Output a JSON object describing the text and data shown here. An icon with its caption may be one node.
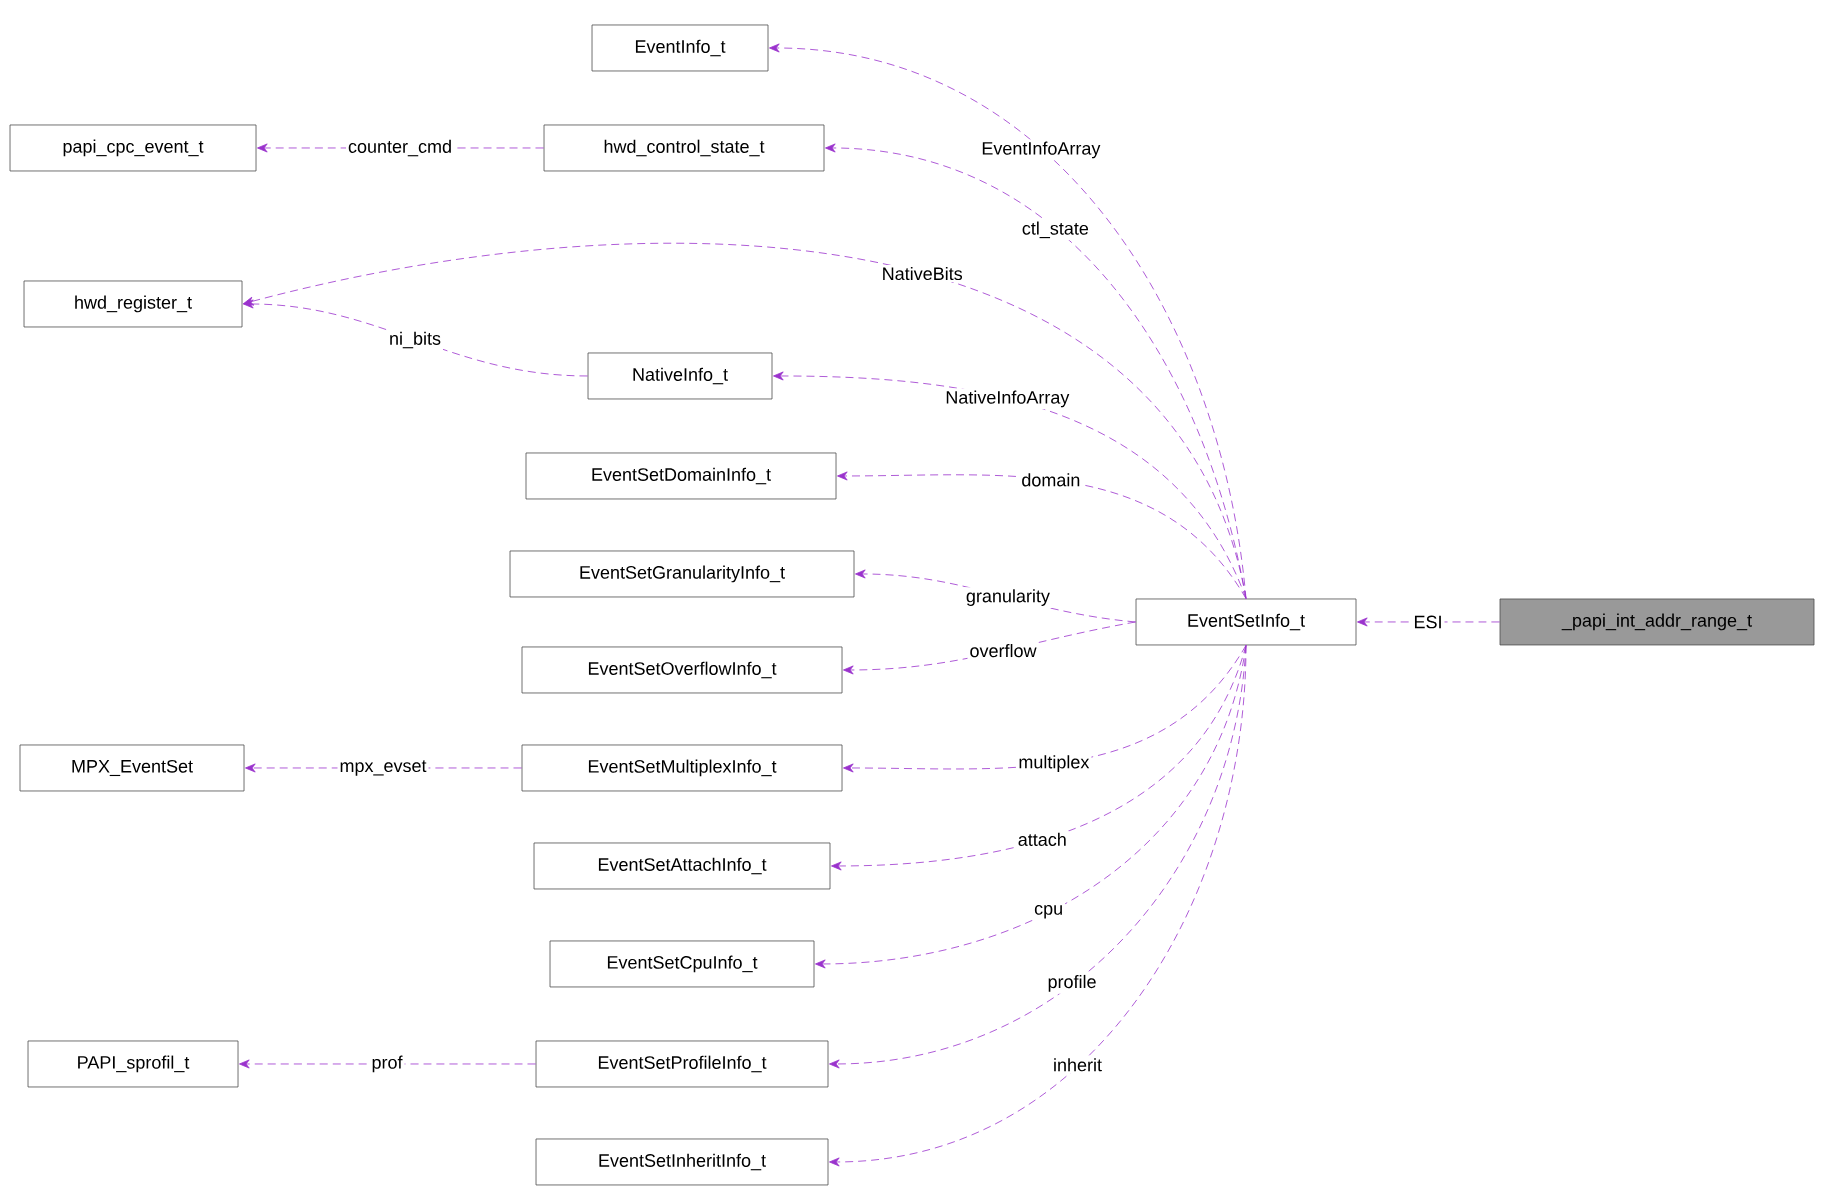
{
  "diagram": {
    "nodes": [
      {
        "text": [
          "_papi_int_addr_range_t"
        ]
      },
      {
        "text": [
          "EventSetInfo_t"
        ]
      },
      {
        "text": [
          "EventInfo_t"
        ]
      },
      {
        "text": [
          "hwd_control_state_t"
        ]
      },
      {
        "text": [
          "papi_cpc_event_t"
        ]
      },
      {
        "text": [
          "hwd_register_t"
        ]
      },
      {
        "text": [
          "NativeInfo_t"
        ]
      },
      {
        "text": [
          "EventSetDomainInfo_t"
        ]
      },
      {
        "text": [
          "EventSetGranularityInfo_t"
        ]
      },
      {
        "text": [
          "EventSetOverflowInfo_t"
        ]
      },
      {
        "text": [
          "MPX_EventSet"
        ]
      },
      {
        "text": [
          "EventSetMultiplexInfo_t"
        ]
      },
      {
        "text": [
          "EventSetAttachInfo_t"
        ]
      },
      {
        "text": [
          "EventSetCpuInfo_t"
        ]
      },
      {
        "text": [
          "PAPI_sprofil_t"
        ]
      },
      {
        "text": [
          "EventSetProfileInfo_t"
        ]
      },
      {
        "text": [
          "EventSetInheritInfo_t"
        ]
      }
    ],
    "edges": [
      {
        "from": 0,
        "to": 1,
        "arrow": "to",
        "label": "ESI",
        "style": "dashed"
      },
      {
        "from": 1,
        "to": 2,
        "arrow": "to",
        "label": "EventInfoArray",
        "style": "dashed"
      },
      {
        "from": 1,
        "to": 3,
        "arrow": "to",
        "label": "ctl_state",
        "style": "dashed"
      },
      {
        "from": 3,
        "to": 4,
        "arrow": "to",
        "label": "counter_cmd",
        "style": "dashed"
      },
      {
        "from": 1,
        "to": 5,
        "arrow": "to",
        "label": "NativeBits",
        "style": "dashed"
      },
      {
        "from": 6,
        "to": 5,
        "arrow": "to",
        "label": "ni_bits",
        "style": "dashed"
      },
      {
        "from": 1,
        "to": 6,
        "arrow": "to",
        "label": "NativeInfoArray",
        "style": "dashed"
      },
      {
        "from": 1,
        "to": 7,
        "arrow": "to",
        "label": "domain",
        "style": "dashed"
      },
      {
        "from": 1,
        "to": 8,
        "arrow": "to",
        "label": "granularity",
        "style": "dashed"
      },
      {
        "from": 1,
        "to": 9,
        "arrow": "to",
        "label": "overflow",
        "style": "dashed"
      },
      {
        "from": 1,
        "to": 11,
        "arrow": "to",
        "label": "multiplex",
        "style": "dashed"
      },
      {
        "from": 11,
        "to": 10,
        "arrow": "to",
        "label": "mpx_evset",
        "style": "dashed"
      },
      {
        "from": 1,
        "to": 12,
        "arrow": "to",
        "label": "attach",
        "style": "dashed"
      },
      {
        "from": 1,
        "to": 13,
        "arrow": "to",
        "label": "cpu",
        "style": "dashed"
      },
      {
        "from": 1,
        "to": 15,
        "arrow": "to",
        "label": "profile",
        "style": "dashed"
      },
      {
        "from": 15,
        "to": 14,
        "arrow": "to",
        "label": "prof",
        "style": "dashed"
      },
      {
        "from": 1,
        "to": 16,
        "arrow": "to",
        "label": "inherit",
        "style": "dashed"
      }
    ]
  }
}
